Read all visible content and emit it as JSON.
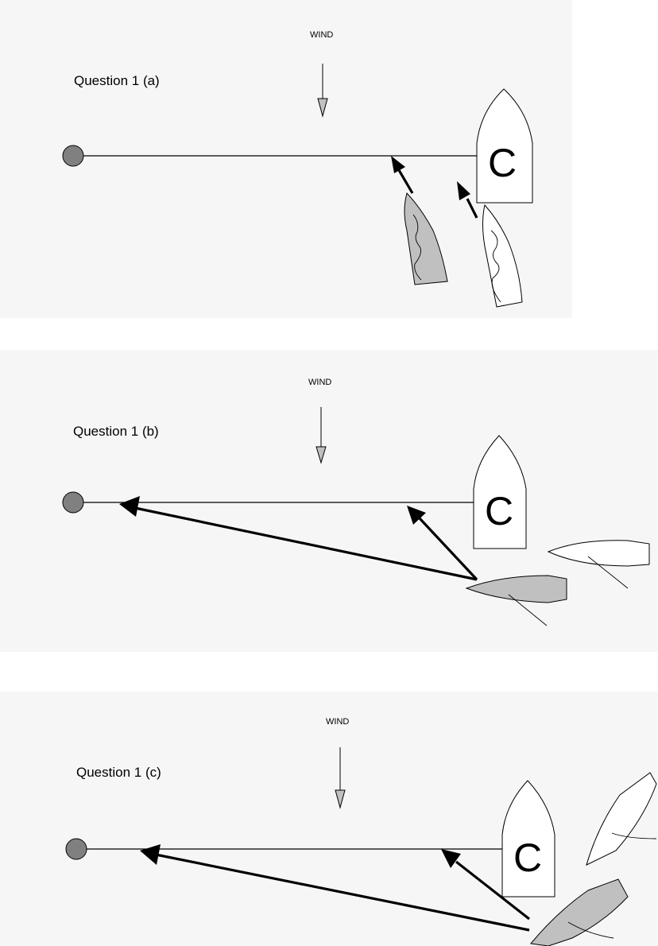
{
  "panels": [
    {
      "wind_label": "WIND",
      "title": "Question 1 (a)",
      "committee_boat_letter": "C"
    },
    {
      "wind_label": "WIND",
      "title": "Question 1 (b)",
      "committee_boat_letter": "C"
    },
    {
      "wind_label": "WIND",
      "title": "Question 1 (c)",
      "committee_boat_letter": "C"
    }
  ],
  "colors": {
    "buoy": "#808080",
    "grey_boat": "#c0c0c0",
    "white_boat": "#ffffff",
    "wind_arrow_head": "#c0c0c0",
    "panel_background": "#f6f6f6"
  }
}
